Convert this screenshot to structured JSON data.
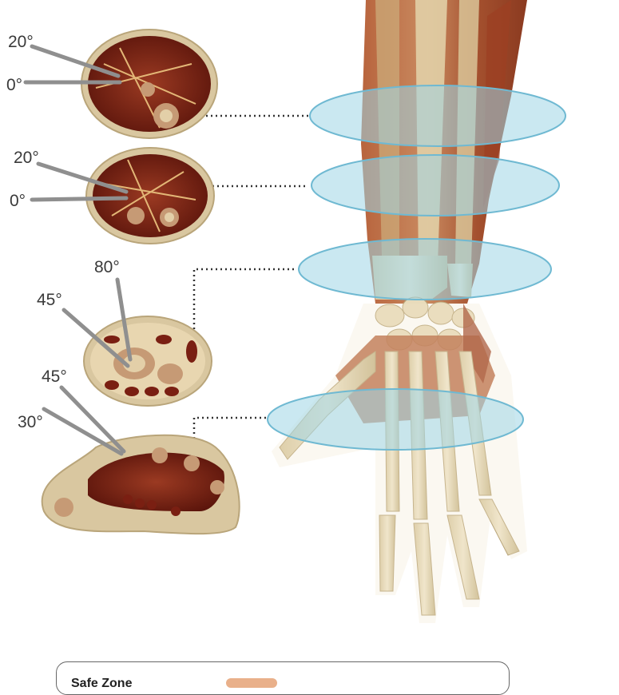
{
  "figure": {
    "sections": [
      {
        "id": "upper-forearm",
        "labels": [
          "20°",
          "0°"
        ]
      },
      {
        "id": "mid-forearm",
        "labels": [
          "20°",
          "0°"
        ]
      },
      {
        "id": "wrist",
        "labels": [
          "80°",
          "45°"
        ]
      },
      {
        "id": "hand",
        "labels": [
          "45°",
          "30°"
        ]
      }
    ],
    "legend": {
      "title": "Safe Zone"
    },
    "colors": {
      "muscle": "#7a1f12",
      "muscle_dark": "#5a140b",
      "skin": "#d9c7a0",
      "bone": "#e6d8b8",
      "plane": "#9fd6e6",
      "pin": "#9a9a9a",
      "safe_zone": "#e9b08a"
    }
  }
}
